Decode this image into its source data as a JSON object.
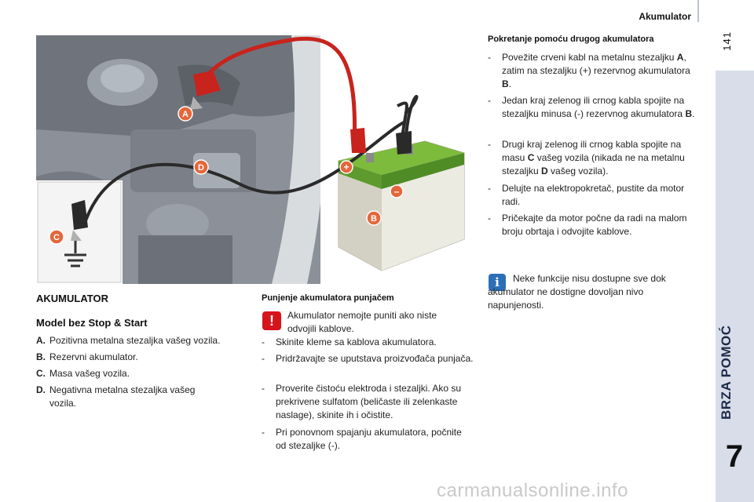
{
  "header": {
    "section_title": "Akumulator",
    "page_number": "141"
  },
  "side_tab": {
    "label": "BRZA POMOĆ",
    "chapter": "7"
  },
  "illustration": {
    "markers": [
      {
        "label": "A",
        "color": "#e4663b"
      },
      {
        "label": "B",
        "color": "#e4663b"
      },
      {
        "label": "C",
        "color": "#e4663b"
      },
      {
        "label": "D",
        "color": "#e4663b"
      }
    ],
    "terminals": {
      "plus": "+",
      "minus": "–"
    },
    "colors": {
      "red_cable": "#c8231d",
      "black_cable": "#2a2a2a",
      "battery_lid": "#5f9e2f",
      "marker": "#e4663b"
    }
  },
  "left": {
    "title": "AKUMULATOR",
    "subtitle": "Model bez Stop & Start",
    "legend": [
      {
        "key": "A.",
        "text": "Pozitivna metalna stezaljka vašeg vozila.",
        "cont": ""
      },
      {
        "key": "B.",
        "text": "Rezervni akumulator.",
        "cont": ""
      },
      {
        "key": "C.",
        "text": "Masa vašeg vozila.",
        "cont": ""
      },
      {
        "key": "D.",
        "text": "Negativna metalna stezaljka vašeg",
        "cont": "vozila."
      }
    ]
  },
  "middle": {
    "title": "Punjenje akumulatora punjačem",
    "warning": "Akumulator nemojte puniti ako niste odvojili kablove.",
    "items": [
      "Skinite kleme sa kablova akumulatora.",
      "Pridržavajte se uputstava proizvođača punjača.",
      "Proverite čistoću elektroda i stezaljki. Ako su prekrivene sulfatom (beličaste ili zelenkaste naslage), skinite ih i očistite.",
      "Pri ponovnom spajanju akumulatora, počnite od stezaljke (-)."
    ]
  },
  "right": {
    "title": "Pokretanje pomoću drugog akumulatora",
    "items": [
      {
        "a": "Povežite crveni kabl na metalnu stezaljku ",
        "b": "A",
        "c": ", zatim na stezaljku (+) rezervnog akumulatora ",
        "d": "B",
        "e": "."
      },
      {
        "a": "Jedan kraj zelenog ili crnog kabla spojite na stezaljku minusa (-) rezervnog akumulatora ",
        "b": "B",
        "c": ".",
        "d": "",
        "e": ""
      },
      {
        "a": "Drugi kraj zelenog ili crnog kabla spojite na masu ",
        "b": "C",
        "c": " vašeg vozila (nikada ne na metalnu stezaljku ",
        "d": "D",
        "e": " vašeg vozila)."
      },
      {
        "a": "Delujte na elektropokretač, pustite da motor radi.",
        "b": "",
        "c": "",
        "d": "",
        "e": ""
      },
      {
        "a": "Pričekajte da motor počne da radi na malom broju obrtaja i odvojite kablove.",
        "b": "",
        "c": "",
        "d": "",
        "e": ""
      }
    ],
    "info": "Neke funkcije nisu dostupne sve dok akumulator ne dostigne dovoljan nivo napunjenosti."
  },
  "watermark": "carmanualsonline.info"
}
